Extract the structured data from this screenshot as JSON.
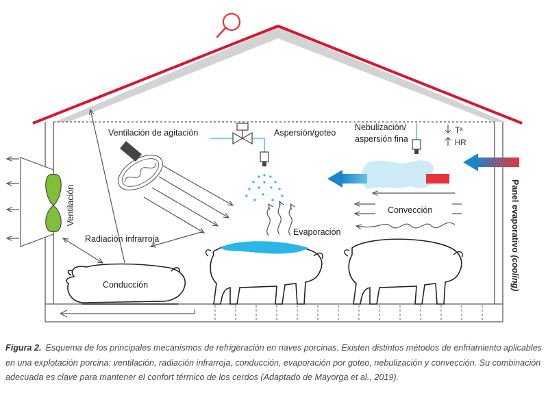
{
  "labels": {
    "ventilacion_agitacion": "Ventilación de agitación",
    "aspersion": "Aspersión/goteo",
    "nebulizacion_1": "Nebulización/",
    "nebulizacion_2": "aspersión fina",
    "temp": "Tª",
    "hr": "HR",
    "ventilacion": "Ventilación",
    "radiacion": "Radiación infrarroja",
    "evaporacion": "Evaporación",
    "conveccion": "Convección",
    "conduccion": "Conducción",
    "panel": "Panel evaporativo",
    "panel_italic": "(cooling)"
  },
  "caption": {
    "figure": "Figura 2.",
    "text": "Esquema de los principales mecanismos de refrigeración en naves porcinas. Existen distintos métodos de enfriamiento aplicables en una explotación porcina: ventilación, radiación infrarroja, conducción, evaporación por goteo, nebulización y convección. Su combinación adecuada es clave para mantener el confort térmico de los cerdos (Adaptado de Mayorga et al., 2019)."
  },
  "colors": {
    "roof": "#d7162f",
    "roof_shadow": "#d3d3d3",
    "fan_green": "#7fbf3a",
    "water": "#2bb6e6",
    "mist": "#cdebf7",
    "arrow_blue": "#1a86c8",
    "arrow_red": "#e8333b"
  }
}
